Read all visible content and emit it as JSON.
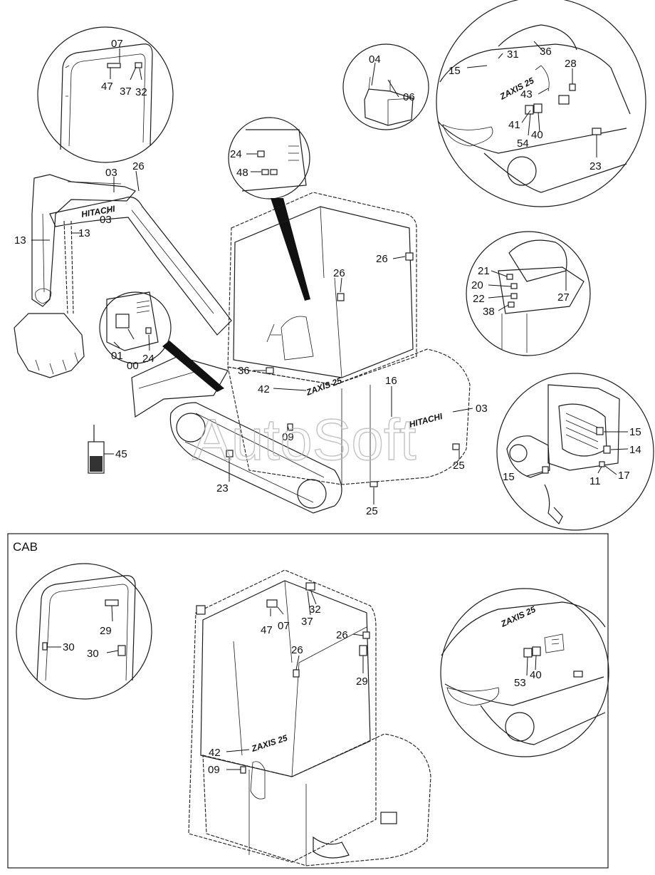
{
  "brand": "HITACHI",
  "model_badge": "ZAXIS 25",
  "watermark": "AutoSoft",
  "cab_section": {
    "title": "CAB"
  },
  "top_labels": {
    "l07": "07",
    "l47": "47",
    "l37": "37",
    "l32": "32",
    "l03a": "03",
    "l03b": "03",
    "l26a": "26",
    "l13a": "13",
    "l13b": "13",
    "l04": "04",
    "l06": "06",
    "l31": "31",
    "l36a": "36",
    "l15a": "15",
    "l28": "28",
    "l43": "43",
    "l41": "41",
    "l54": "54",
    "l40a": "40",
    "l23a": "23",
    "l24a": "24",
    "l48": "48",
    "l26b": "26",
    "l26c": "26",
    "l21": "21",
    "l20": "20",
    "l22": "22",
    "l38": "38",
    "l27": "27",
    "l01": "01",
    "l00": "00",
    "l24b": "24",
    "l36b": "36",
    "l42a": "42",
    "l16": "16",
    "l03c": "03",
    "l09a": "09",
    "l15b": "15",
    "l14": "14",
    "l15c": "15",
    "l11": "11",
    "l17": "17",
    "l45": "45",
    "l23b": "23",
    "l25a": "25",
    "l25b": "25"
  },
  "cab_labels": {
    "l29a": "29",
    "l30a": "30",
    "l30b": "30",
    "l47": "47",
    "l07": "07",
    "l32": "32",
    "l37": "37",
    "l26a": "26",
    "l26b": "26",
    "l29b": "29",
    "l42": "42",
    "l09": "09",
    "l53": "53",
    "l40": "40"
  }
}
